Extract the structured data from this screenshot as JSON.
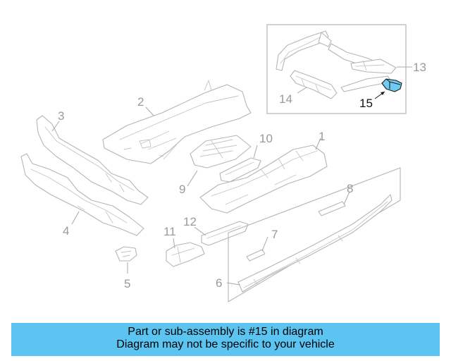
{
  "callouts": {
    "c1": "1",
    "c2": "2",
    "c3": "3",
    "c4": "4",
    "c5": "5",
    "c6": "6",
    "c7": "7",
    "c8": "8",
    "c9": "9",
    "c10": "10",
    "c11": "11",
    "c12": "12",
    "c13": "13",
    "c14": "14",
    "c15": "15"
  },
  "highlight_part": "15",
  "colors": {
    "highlight": "#6ecbf2",
    "banner": "#5bc4f1",
    "line": "#b5b5b5"
  },
  "banner": {
    "line1": "Part or sub-assembly is #15 in diagram",
    "line2": "Diagram may not be specific to your vehicle"
  }
}
